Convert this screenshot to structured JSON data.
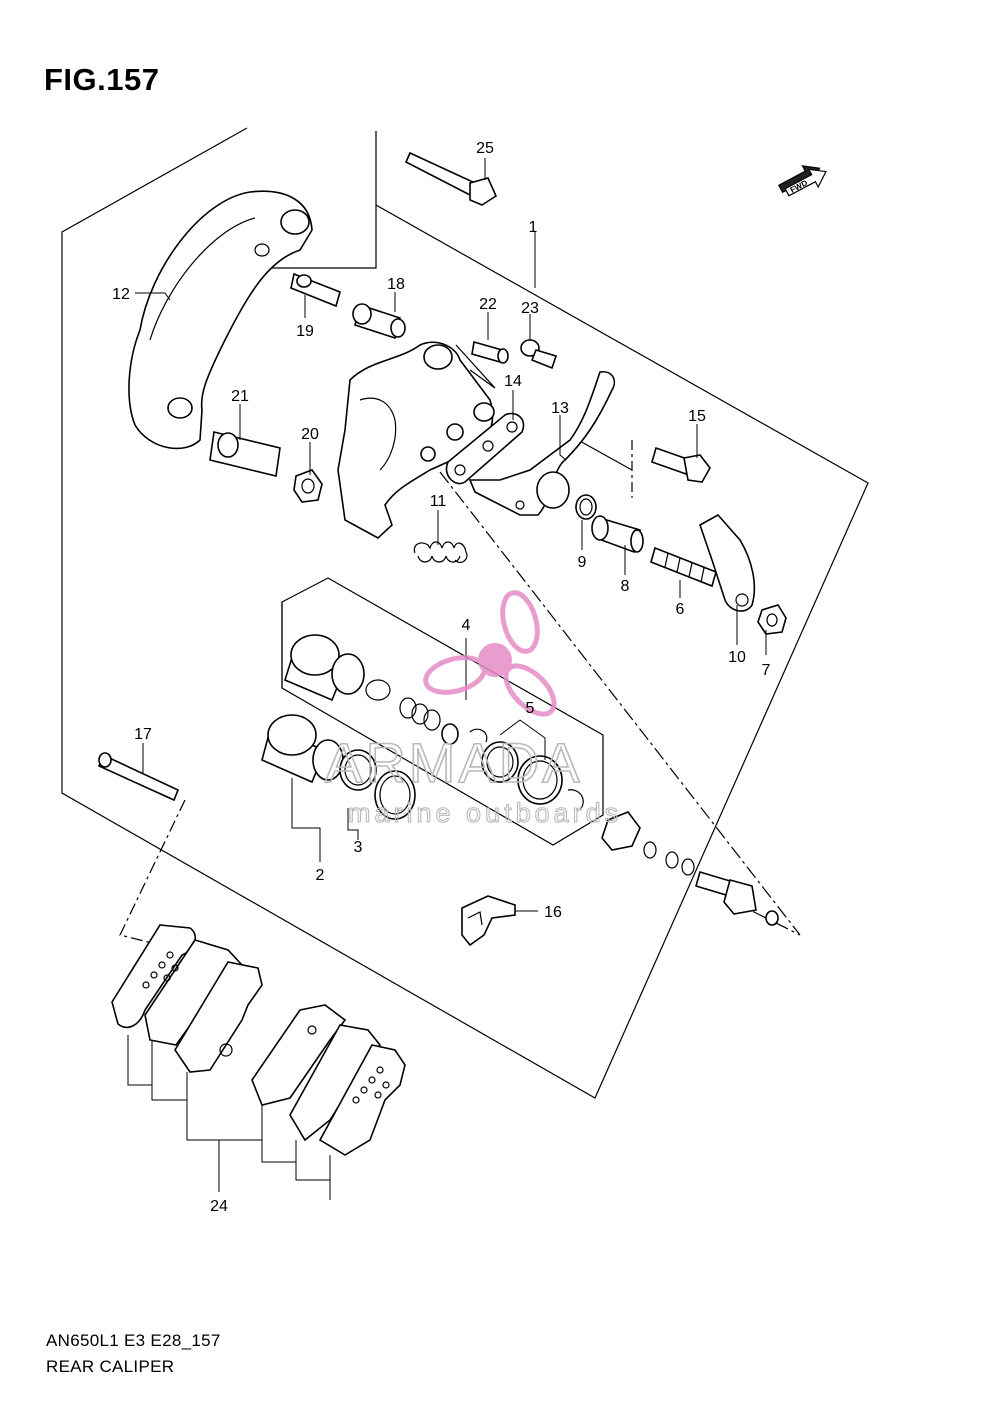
{
  "figure": {
    "title": "FIG.157",
    "model_code": "AN650L1 E3 E28_157",
    "caption": "REAR CALIPER"
  },
  "direction_badge": "FWD",
  "watermark": {
    "brand": "ARMADA",
    "tagline": "marine outboards",
    "logo_icon": "propeller-icon",
    "colors": {
      "logo": "#e58cc6",
      "text": "#b9b9b9"
    }
  },
  "callouts": {
    "c1": "1",
    "c2": "2",
    "c3": "3",
    "c4": "4",
    "c5": "5",
    "c6": "6",
    "c7": "7",
    "c8": "8",
    "c9": "9",
    "c10": "10",
    "c11": "11",
    "c12": "12",
    "c13": "13",
    "c14": "14",
    "c15": "15",
    "c16": "16",
    "c17": "17",
    "c18": "18",
    "c19": "19",
    "c20": "20",
    "c21": "21",
    "c22": "22",
    "c23": "23",
    "c24": "24",
    "c25": "25"
  }
}
